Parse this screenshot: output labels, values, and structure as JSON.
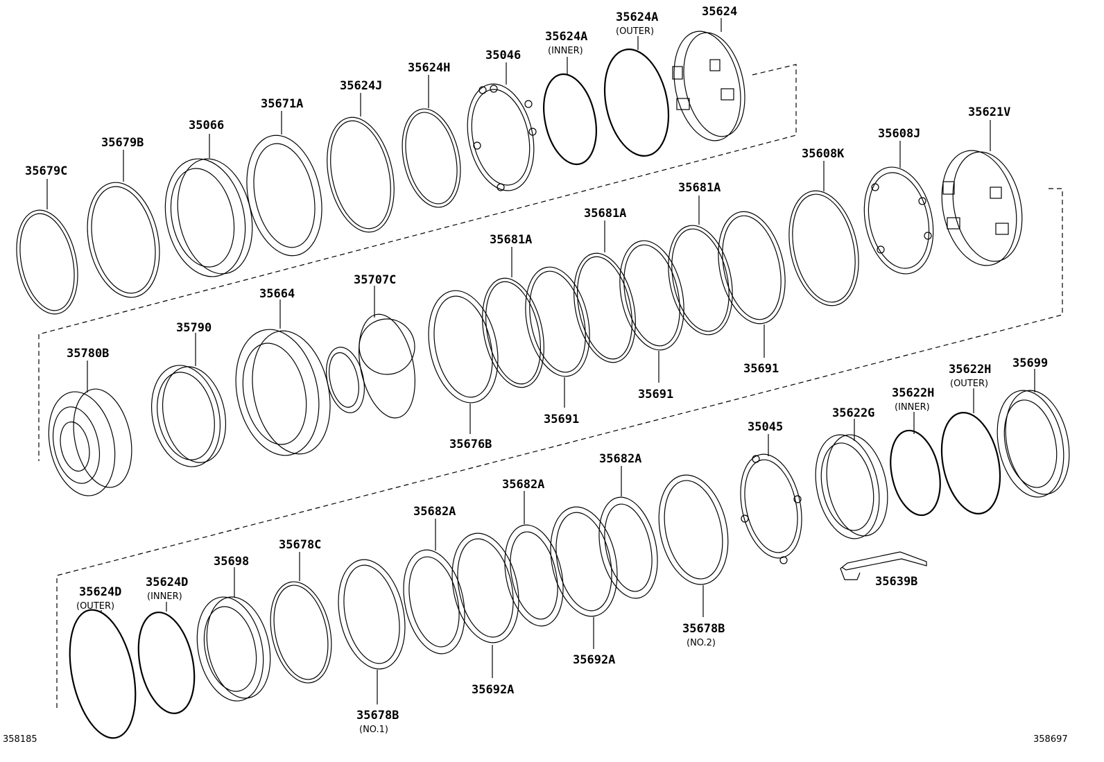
{
  "diagram": {
    "ref_left": "358185",
    "ref_right": "358697",
    "labels": {
      "p35679C": "35679C",
      "p35679B": "35679B",
      "p35066": "35066",
      "p35671A": "35671A",
      "p35624J": "35624J",
      "p35624H": "35624H",
      "p35046": "35046",
      "p35624A_inner": "35624A",
      "p35624A_inner_sub": "(INNER)",
      "p35624A_outer": "35624A",
      "p35624A_outer_sub": "(OUTER)",
      "p35624": "35624",
      "p35621V": "35621V",
      "p35608J": "35608J",
      "p35608K": "35608K",
      "p35681A_1": "35681A",
      "p35681A_2": "35681A",
      "p35681A_3": "35681A",
      "p35691_1": "35691",
      "p35691_2": "35691",
      "p35691_3": "35691",
      "p35676B": "35676B",
      "p35707C": "35707C",
      "p35664": "35664",
      "p35790": "35790",
      "p35780B": "35780B",
      "p35699": "35699",
      "p35622H_outer": "35622H",
      "p35622H_outer_sub": "(OUTER)",
      "p35622H_inner": "35622H",
      "p35622H_inner_sub": "(INNER)",
      "p35622G": "35622G",
      "p35045": "35045",
      "p35639B": "35639B",
      "p35682A_1": "35682A",
      "p35682A_2": "35682A",
      "p35682A_3": "35682A",
      "p35678B_no2": "35678B",
      "p35678B_no2_sub": "(NO.2)",
      "p35692A_1": "35692A",
      "p35692A_2": "35692A",
      "p35678B_no1": "35678B",
      "p35678B_no1_sub": "(NO.1)",
      "p35678C": "35678C",
      "p35698": "35698",
      "p35624D_inner": "35624D",
      "p35624D_inner_sub": "(INNER)",
      "p35624D_outer": "35624D",
      "p35624D_outer_sub": "(OUTER)"
    }
  }
}
